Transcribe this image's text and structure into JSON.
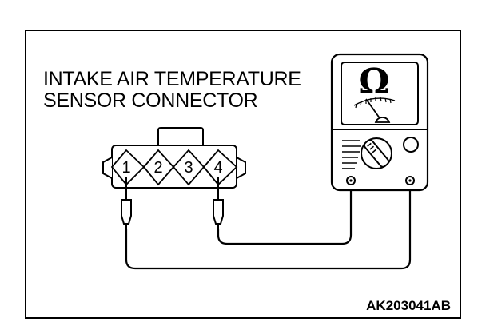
{
  "title": {
    "line1": "INTAKE AIR TEMPERATURE",
    "line2": "SENSOR CONNECTOR"
  },
  "connector": {
    "pins": [
      "1",
      "2",
      "3",
      "4"
    ]
  },
  "meter": {
    "symbol": "Ω"
  },
  "figure_code": "AK203041AB"
}
